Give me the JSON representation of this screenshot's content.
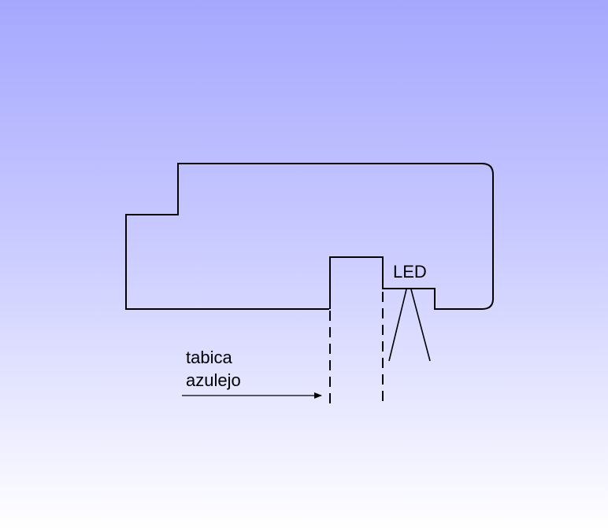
{
  "labels": {
    "led": "LED",
    "tabica_line1": "tabica",
    "tabica_line2": "azulejo"
  },
  "colors": {
    "background_top": "#a5a7fe",
    "background_bottom": "#ffffff",
    "stroke": "#000000"
  }
}
